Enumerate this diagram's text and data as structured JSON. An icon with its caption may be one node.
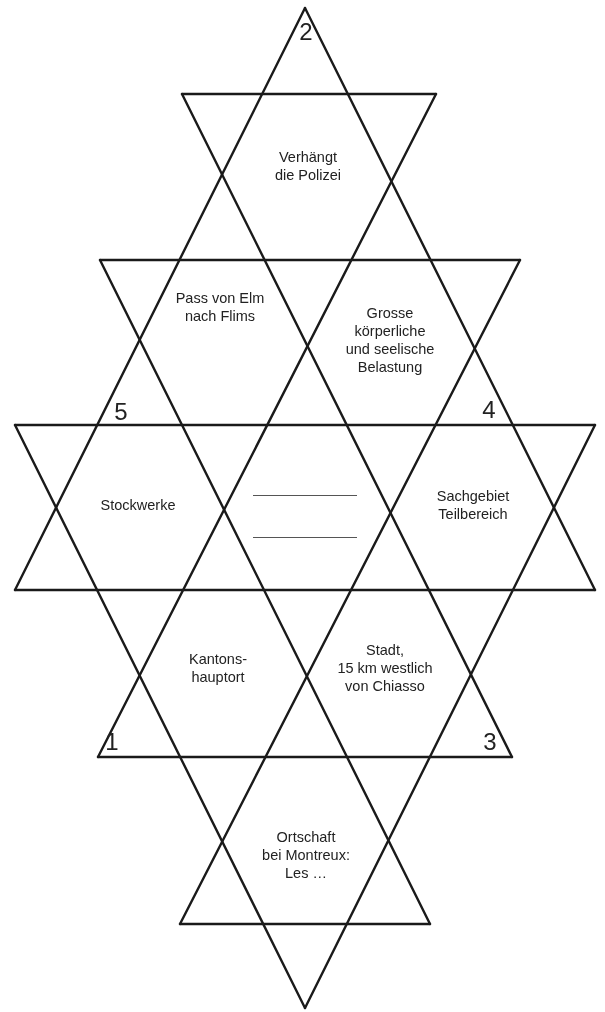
{
  "diagram": {
    "labels": [
      "2",
      "Verhängt die Polizei",
      "Pass von Elm nach Flims",
      "Grosse körperliche und seelische Belastung",
      "5",
      "4",
      "Stockwerke",
      "Sachgebiet Teilbereich",
      "Kantons- hauptort",
      "Stadt, 15 km westlich von Chiasso",
      "1",
      "3",
      "Ortschaft bei Montreux: Les …"
    ]
  }
}
